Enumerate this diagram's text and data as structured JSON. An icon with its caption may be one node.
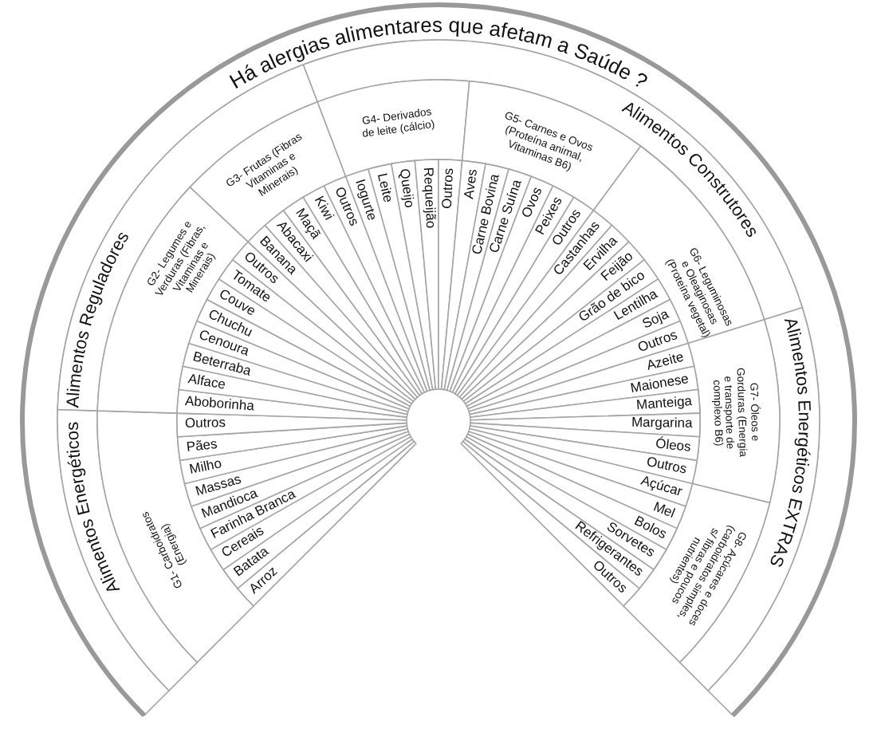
{
  "diagram": {
    "title": "Há alergias alimentares que afetam a Saúde ?",
    "nodes": [
      {
        "text": [
          "Alimentos Energéticos"
        ]
      },
      {
        "text": [
          "G1- Carboidratos (Energia)"
        ]
      },
      {
        "text": [
          "Arroz"
        ]
      },
      {
        "text": [
          "Batata"
        ]
      },
      {
        "text": [
          "Cereais"
        ]
      },
      {
        "text": [
          "Farinha Branca"
        ]
      },
      {
        "text": [
          "Mandioca"
        ]
      },
      {
        "text": [
          "Massas"
        ]
      },
      {
        "text": [
          "Milho"
        ]
      },
      {
        "text": [
          "Pães"
        ]
      },
      {
        "text": [
          "Outros"
        ]
      },
      {
        "text": [
          "Alimentos Reguladores"
        ]
      },
      {
        "text": [
          "G2- Legumes e Verduras (Fibras, Vitaminas e Minerais)"
        ]
      },
      {
        "text": [
          "Aboborinha"
        ]
      },
      {
        "text": [
          "Alface"
        ]
      },
      {
        "text": [
          "Beterraba"
        ]
      },
      {
        "text": [
          "Cenoura"
        ]
      },
      {
        "text": [
          "Chuchu"
        ]
      },
      {
        "text": [
          "Couve"
        ]
      },
      {
        "text": [
          "Tomate"
        ]
      },
      {
        "text": [
          "Outros"
        ]
      },
      {
        "text": [
          "G3- Frutas (Fibras Vitaminas e Minerais)"
        ]
      },
      {
        "text": [
          "Banana"
        ]
      },
      {
        "text": [
          "Abacaxi"
        ]
      },
      {
        "text": [
          "Maçã"
        ]
      },
      {
        "text": [
          "Kiwi"
        ]
      },
      {
        "text": [
          "Outros"
        ]
      },
      {
        "text": [
          "Alimentos Construtores"
        ]
      },
      {
        "text": [
          "G4- Derivados de leite (cálcio)"
        ]
      },
      {
        "text": [
          "Iogurte"
        ]
      },
      {
        "text": [
          "Leite"
        ]
      },
      {
        "text": [
          "Queijo"
        ]
      },
      {
        "text": [
          "Requeijão"
        ]
      },
      {
        "text": [
          "Outros"
        ]
      },
      {
        "text": [
          "G5- Carnes e Ovos (Proteína animal, Vitaminas B6)"
        ]
      },
      {
        "text": [
          "Aves"
        ]
      },
      {
        "text": [
          "Carne Bovina"
        ]
      },
      {
        "text": [
          "Carne Suína"
        ]
      },
      {
        "text": [
          "Ovos"
        ]
      },
      {
        "text": [
          "Peixes"
        ]
      },
      {
        "text": [
          "Outros"
        ]
      },
      {
        "text": [
          "G6- Leguminosas e Oleaginosas (Proteína vegetal)"
        ]
      },
      {
        "text": [
          "Castanhas"
        ]
      },
      {
        "text": [
          "Ervilha"
        ]
      },
      {
        "text": [
          "Feijão"
        ]
      },
      {
        "text": [
          "Grão de bico"
        ]
      },
      {
        "text": [
          "Lentilha"
        ]
      },
      {
        "text": [
          "Soja"
        ]
      },
      {
        "text": [
          "Outros"
        ]
      },
      {
        "text": [
          "Alimentos Energéticos EXTRAS"
        ]
      },
      {
        "text": [
          "G7- Óleos e Gorduras (Energia e transporte de complexo B6)"
        ]
      },
      {
        "text": [
          "Azeite"
        ]
      },
      {
        "text": [
          "Maionese"
        ]
      },
      {
        "text": [
          "Manteiga"
        ]
      },
      {
        "text": [
          "Margarina"
        ]
      },
      {
        "text": [
          "Óleos"
        ]
      },
      {
        "text": [
          "Outros"
        ]
      },
      {
        "text": [
          "G8- Açúcares e doces (carboidratos simples, s/ fibras e poucos nutrientes)"
        ]
      },
      {
        "text": [
          "Açúcar"
        ]
      },
      {
        "text": [
          "Mel"
        ]
      },
      {
        "text": [
          "Bolos"
        ]
      },
      {
        "text": [
          "Sorvetes"
        ]
      },
      {
        "text": [
          "Refrigerantes"
        ]
      },
      {
        "text": [
          "Outros"
        ]
      }
    ]
  }
}
